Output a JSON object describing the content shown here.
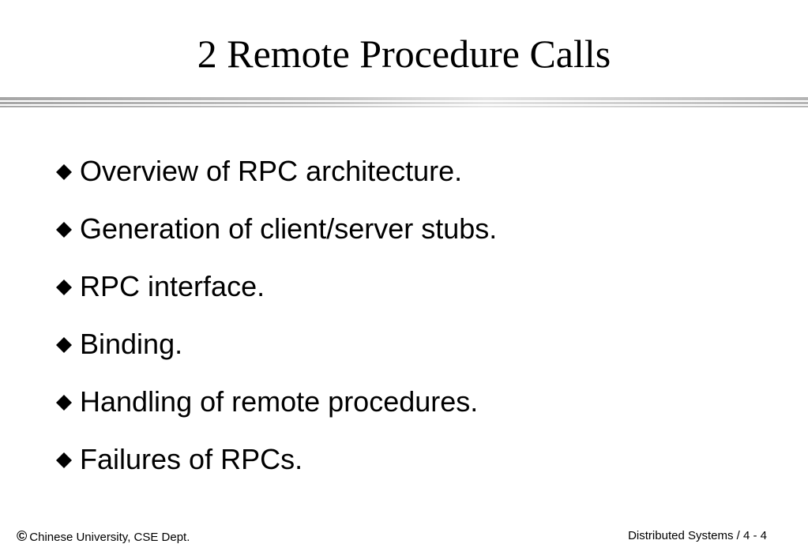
{
  "slide": {
    "title": "2 Remote Procedure Calls",
    "bullets": [
      "Overview of RPC architecture.",
      "Generation of client/server stubs.",
      "RPC interface.",
      "Binding.",
      "Handling of remote procedures.",
      "Failures of RPCs."
    ],
    "bullet_icon": "diamond-bullet-icon"
  },
  "footer": {
    "copyright_symbol": "©",
    "left_text": "Chinese University, CSE Dept.",
    "right_text": "Distributed Systems / 4 - 4"
  }
}
